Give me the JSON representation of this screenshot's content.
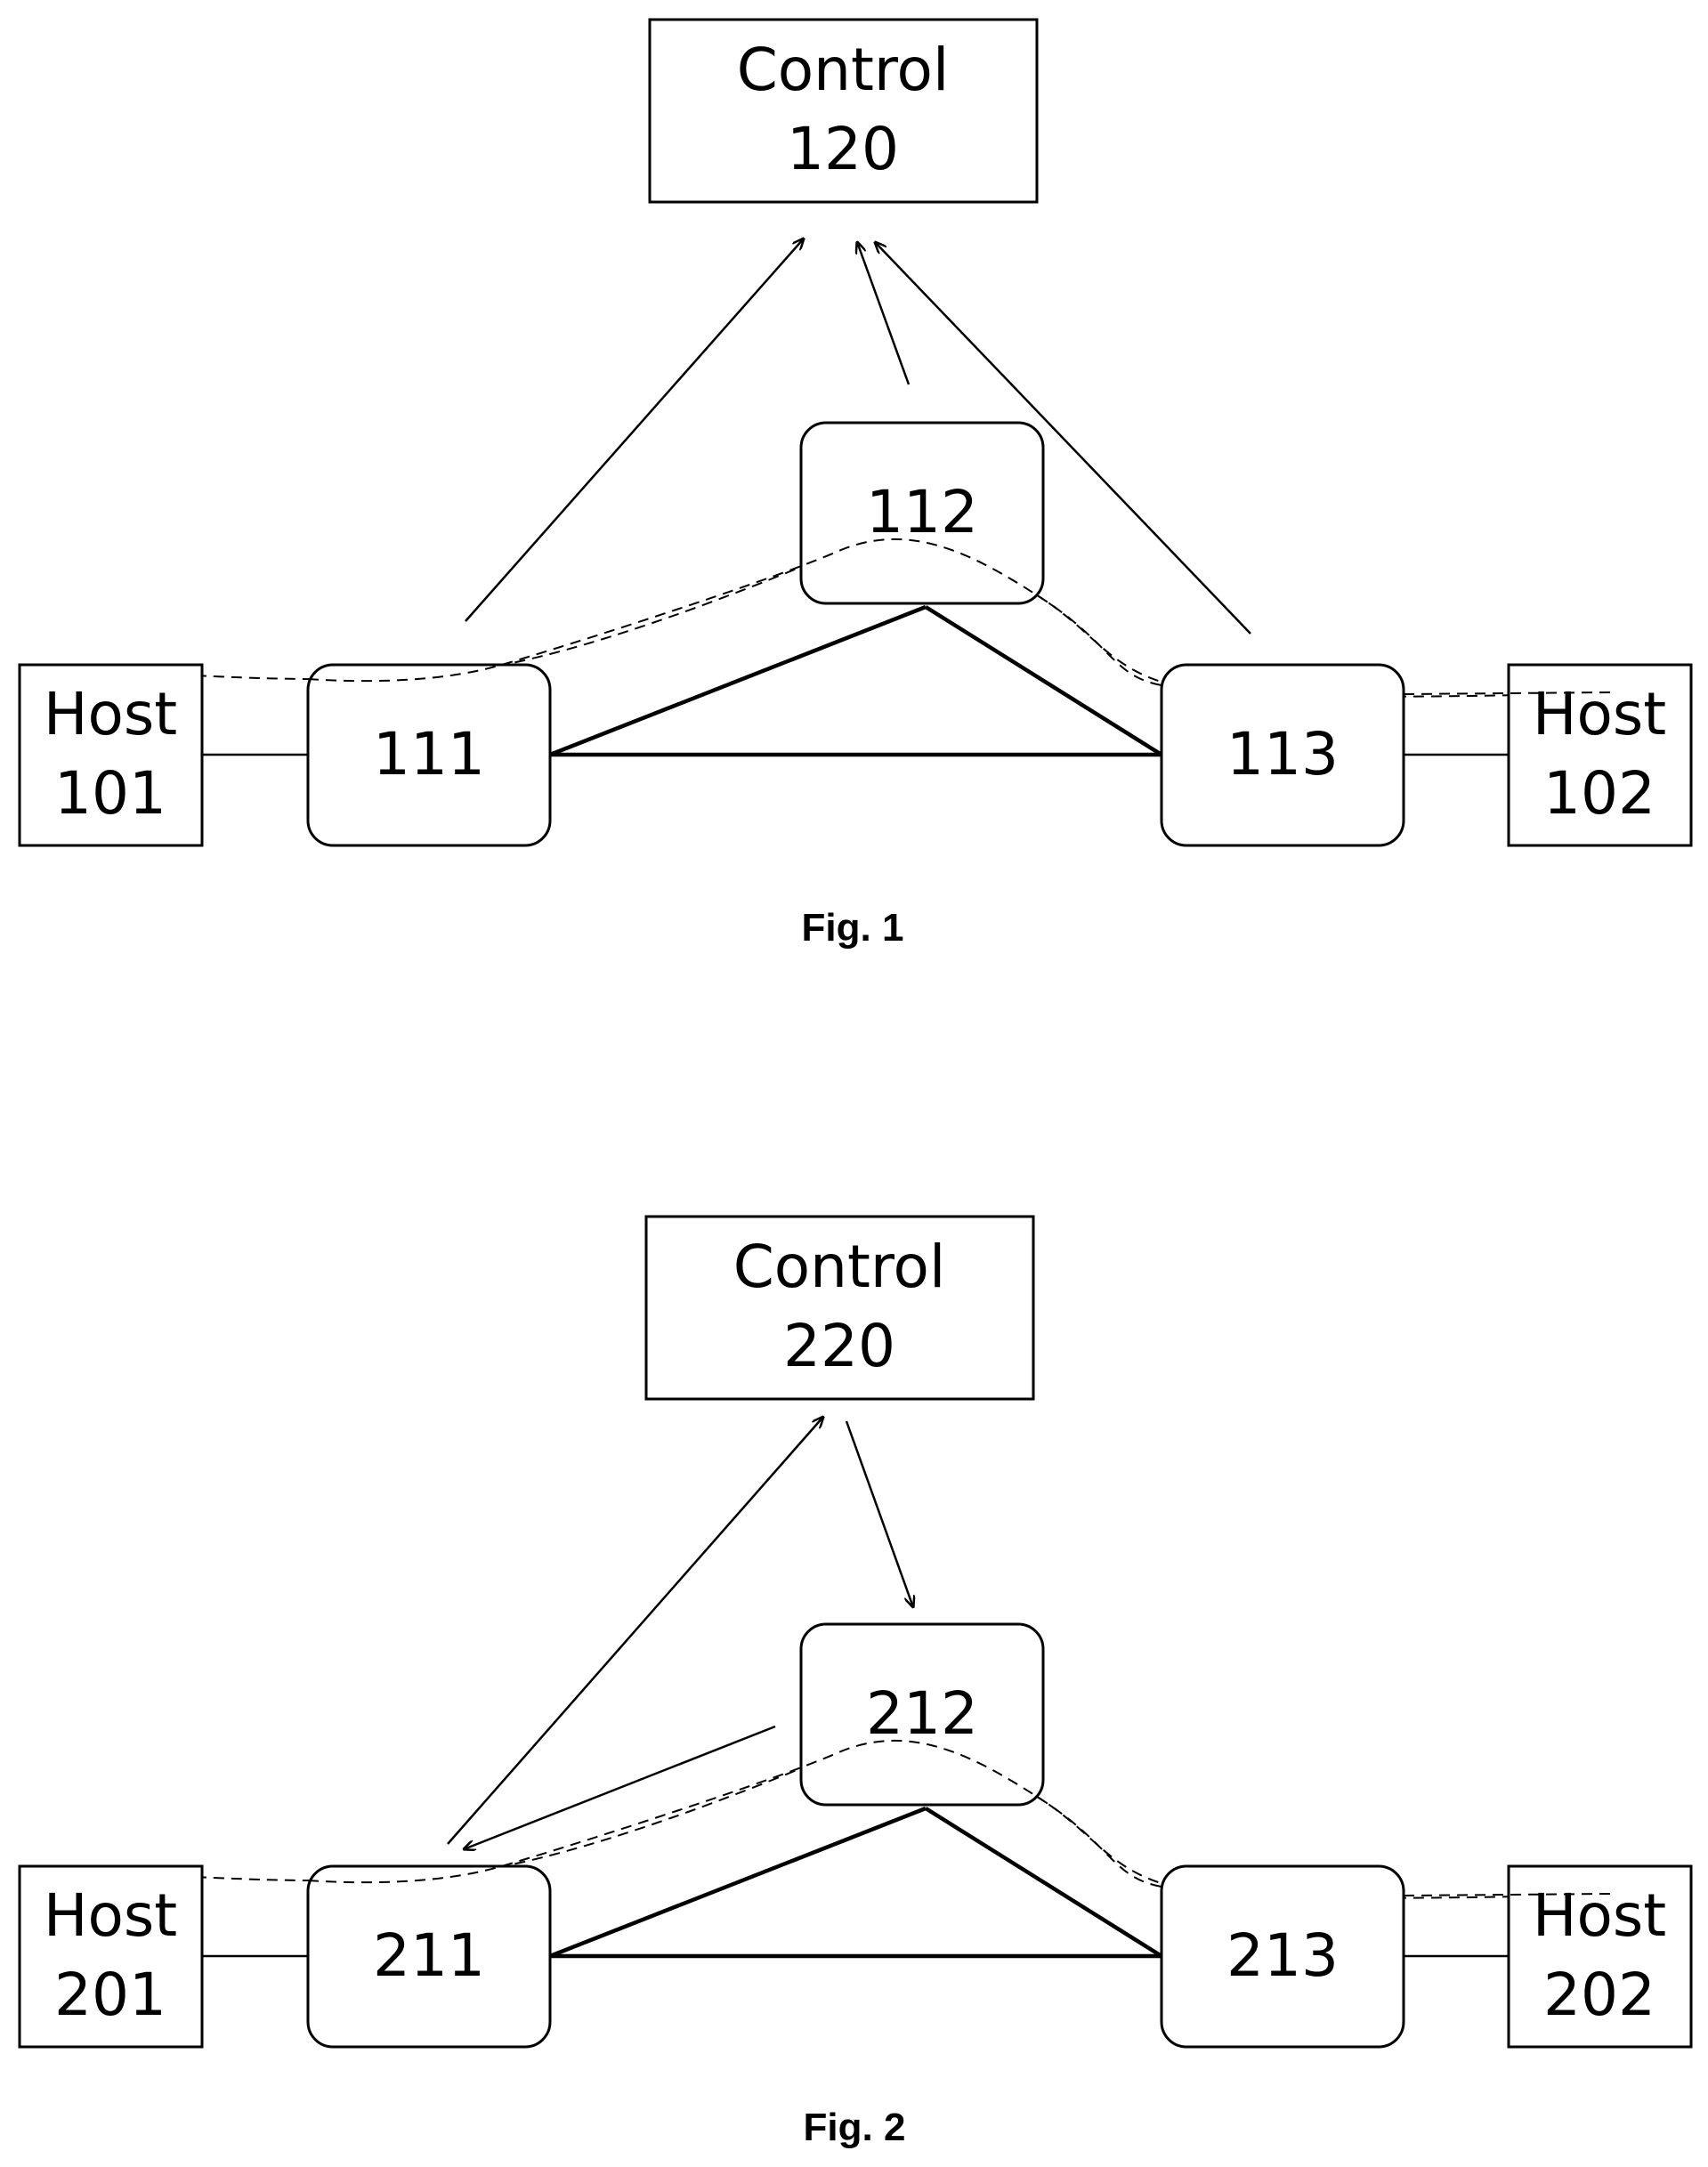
{
  "figures": [
    {
      "caption": "Fig. 1",
      "control": {
        "line1": "Control",
        "line2": "120"
      },
      "host_left": {
        "line1": "Host",
        "line2": "101"
      },
      "host_right": {
        "line1": "Host",
        "line2": "102"
      },
      "switch_left": "111",
      "switch_top": "112",
      "switch_right": "113"
    },
    {
      "caption": "Fig. 2",
      "control": {
        "line1": "Control",
        "line2": "220"
      },
      "host_left": {
        "line1": "Host",
        "line2": "201"
      },
      "host_right": {
        "line1": "Host",
        "line2": "202"
      },
      "switch_left": "211",
      "switch_top": "212",
      "switch_right": "213"
    }
  ]
}
